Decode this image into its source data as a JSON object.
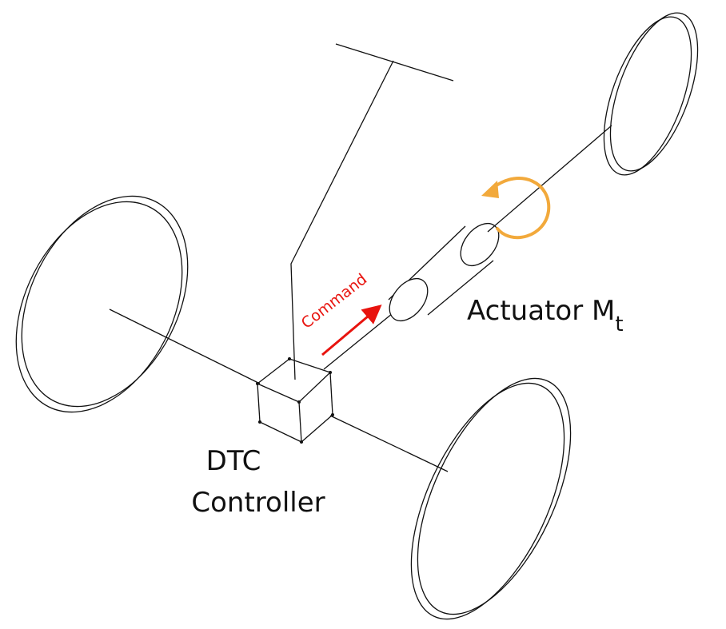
{
  "labels": {
    "dtc_line1": "DTC",
    "dtc_line2": "Controller",
    "actuator": "Actuator M",
    "actuator_sub": "t",
    "command": "Command"
  },
  "colors": {
    "stroke": "#111111",
    "command": "#e8130e",
    "torque_arrow": "#f2a93b"
  },
  "icons": {
    "torque": "curved-rotation-arrow",
    "command": "straight-arrow"
  }
}
